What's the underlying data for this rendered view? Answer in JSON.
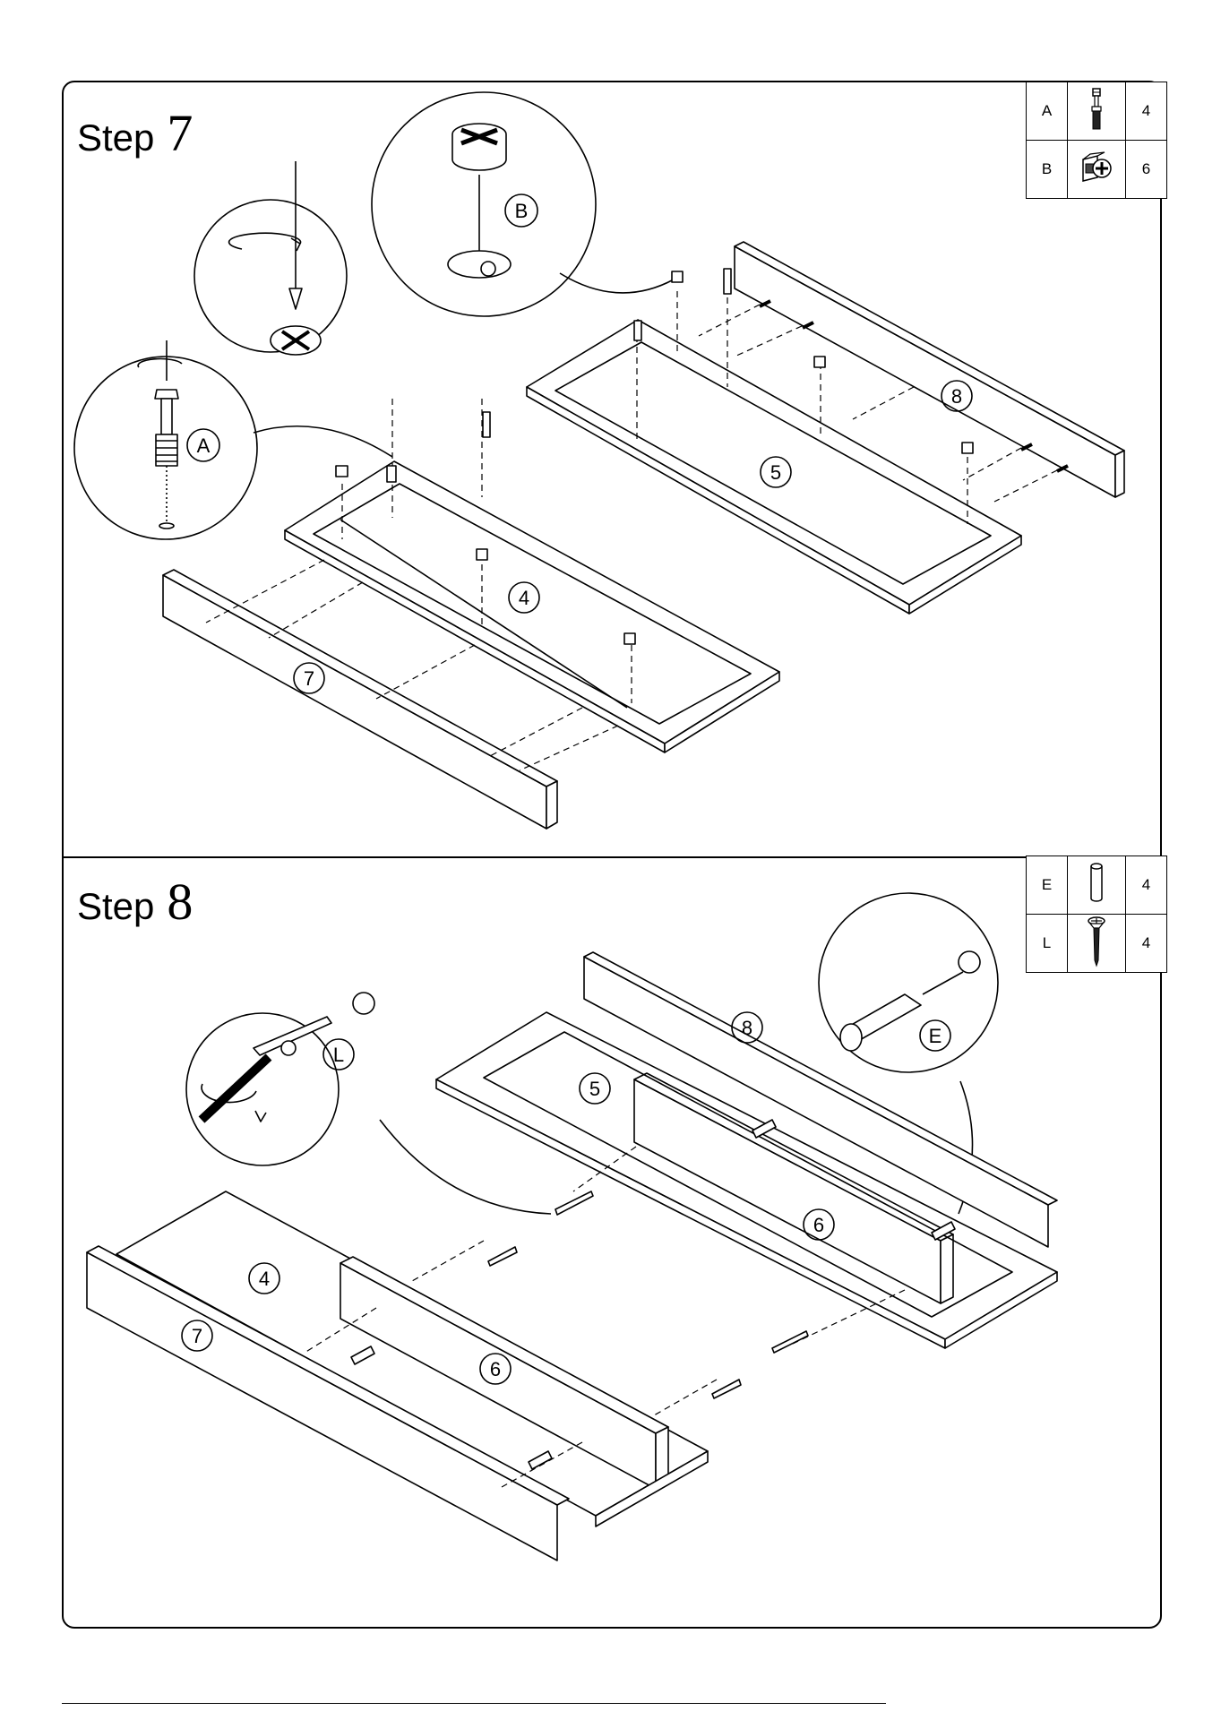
{
  "steps": [
    {
      "title_word": "Step",
      "title_number": "7",
      "parts": [
        {
          "label": "A",
          "icon": "cam-bolt-icon",
          "qty": "4"
        },
        {
          "label": "B",
          "icon": "cam-lock-icon",
          "qty": "6"
        }
      ],
      "callouts": [
        "A",
        "B"
      ],
      "panels": [
        "7",
        "4",
        "5",
        "8"
      ]
    },
    {
      "title_word": "Step",
      "title_number": "8",
      "parts": [
        {
          "label": "E",
          "icon": "dowel-icon",
          "qty": "4"
        },
        {
          "label": "L",
          "icon": "screw-icon",
          "qty": "4"
        }
      ],
      "callouts": [
        "L",
        "E"
      ],
      "panels": [
        "8",
        "5",
        "6",
        "4",
        "7",
        "6"
      ]
    }
  ]
}
